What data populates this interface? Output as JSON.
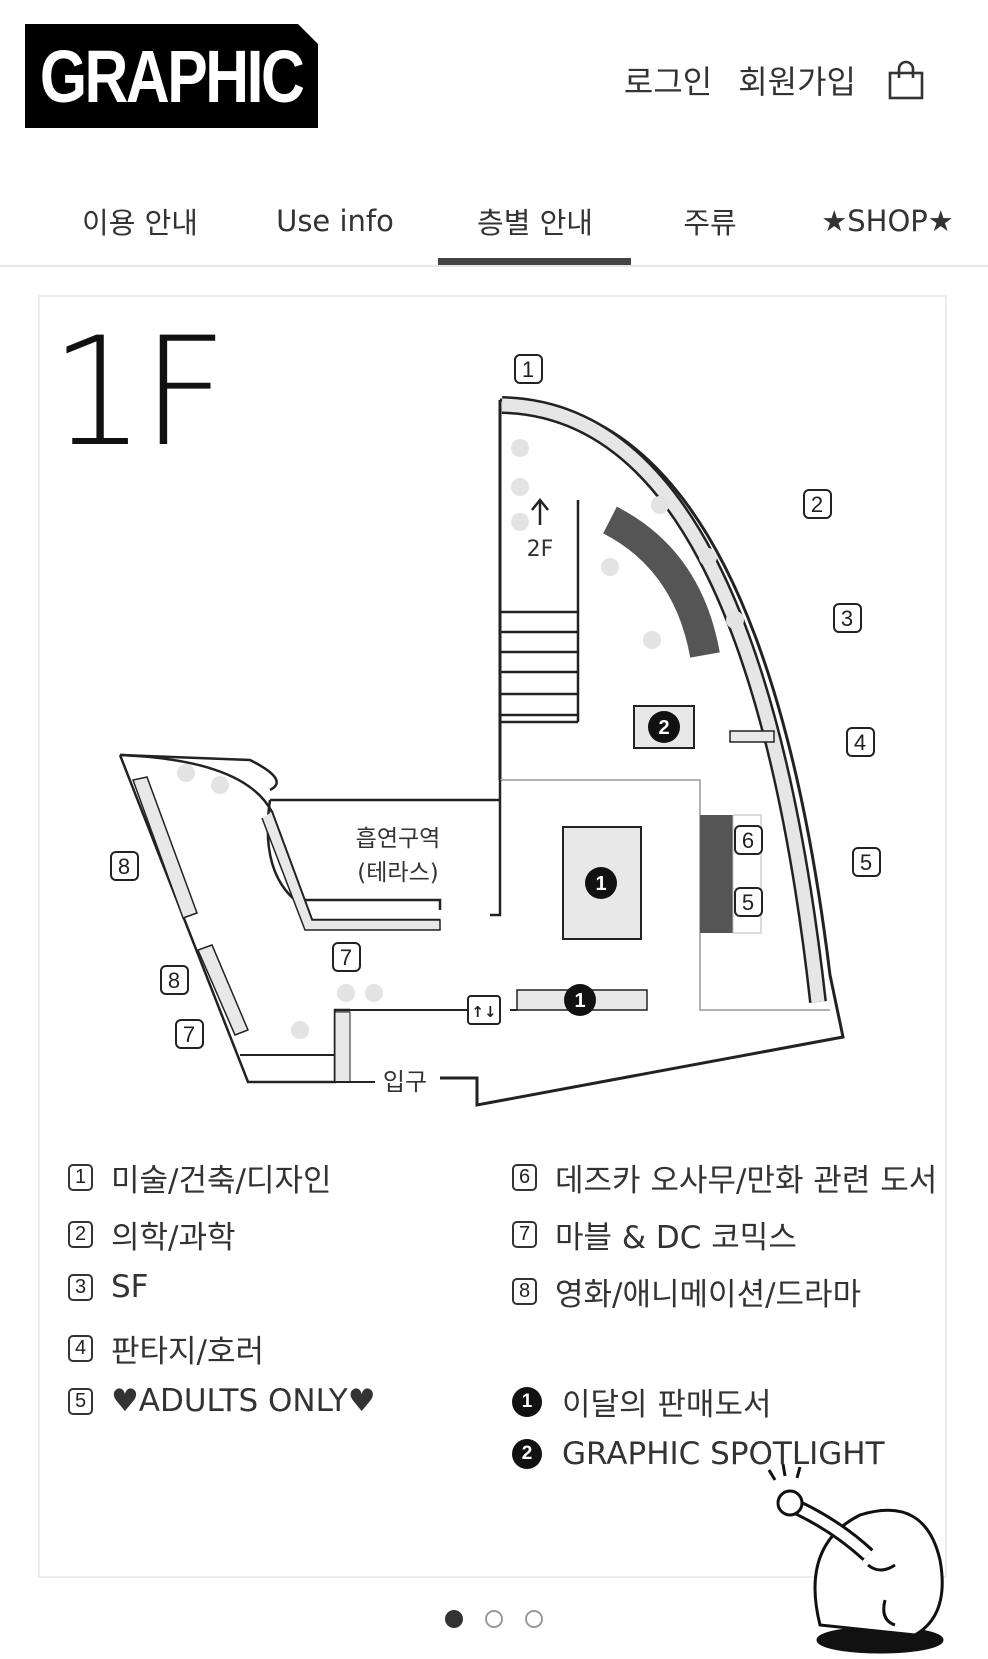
{
  "header": {
    "logo_text": "GRAPHIC",
    "login_label": "로그인",
    "signup_label": "회원가입",
    "cart_icon": "shopping-bag-icon"
  },
  "tabs": [
    {
      "label": "이용 안내",
      "active": false
    },
    {
      "label": "Use info",
      "active": false
    },
    {
      "label": "층별 안내",
      "active": true
    },
    {
      "label": "주류",
      "active": false
    },
    {
      "label": "★SHOP★",
      "active": false
    }
  ],
  "map": {
    "floor_label": "1F",
    "stairs_label": "2F",
    "smoking_area_line1": "흡연구역",
    "smoking_area_line2": "(테라스)",
    "entrance_label": "입구",
    "section_markers": [
      "1",
      "2",
      "3",
      "4",
      "5",
      "8",
      "8",
      "7",
      "7",
      "6",
      "5"
    ],
    "feature_markers": [
      "1",
      "1",
      "2"
    ]
  },
  "legend": {
    "left": [
      {
        "num": "1",
        "label": "미술/건축/디자인"
      },
      {
        "num": "2",
        "label": "의학/과학"
      },
      {
        "num": "3",
        "label": "SF"
      },
      {
        "num": "4",
        "label": "판타지/호러"
      },
      {
        "num": "5",
        "label": "♥ADULTS ONLY♥"
      }
    ],
    "right": [
      {
        "num": "6",
        "label": "데즈카 오사무/만화 관련 도서"
      },
      {
        "num": "7",
        "label": "마블 & DC 코믹스"
      },
      {
        "num": "8",
        "label": "영화/애니메이션/드라마"
      }
    ],
    "features": [
      {
        "num": "1",
        "label": "이달의 판매도서"
      },
      {
        "num": "2",
        "label": "GRAPHIC SPOTLIGHT"
      }
    ]
  },
  "pagination": {
    "total": 3,
    "current": 1
  },
  "colors": {
    "accent": "#444444",
    "shelf_dark": "#555555",
    "shelf_light": "#e8e8e8"
  }
}
